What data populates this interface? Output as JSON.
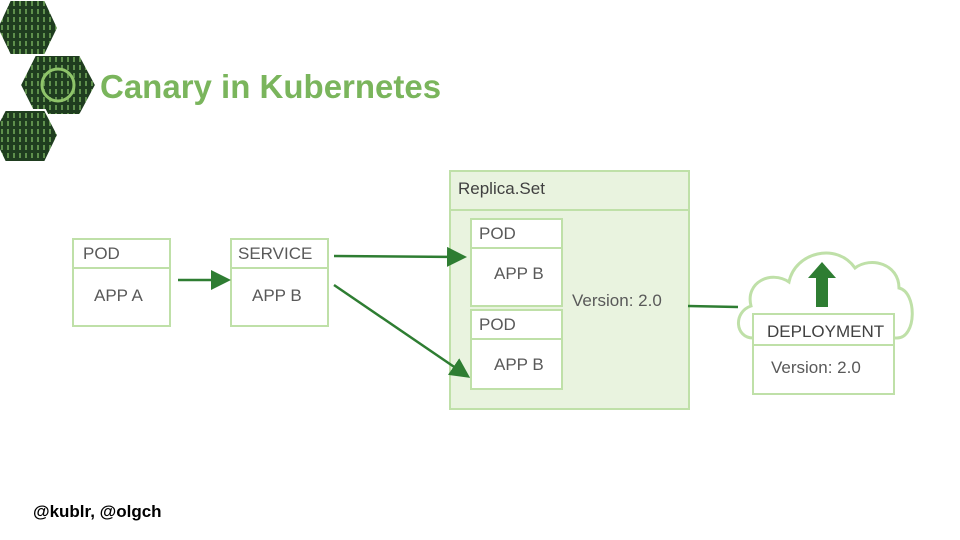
{
  "slide": {
    "title": "Canary in Kubernetes",
    "footer": "@kublr, @olgch"
  },
  "diagram": {
    "pod_left": {
      "header": "POD",
      "app": "APP A"
    },
    "service": {
      "header": "SERVICE",
      "app": "APP B"
    },
    "replicaset": {
      "label": "Replica.Set",
      "version": "Version: 2.0",
      "pods": [
        {
          "header": "POD",
          "app": "APP B"
        },
        {
          "header": "POD",
          "app": "APP B"
        }
      ]
    },
    "deployment": {
      "label": "DEPLOYMENT",
      "version": "Version: 2.0",
      "icon": "up-arrow-icon"
    },
    "colors": {
      "accent": "#7ab55c",
      "arrow": "#2e7d32",
      "fill": "#e9f3df",
      "border": "#bfe0a8"
    }
  }
}
